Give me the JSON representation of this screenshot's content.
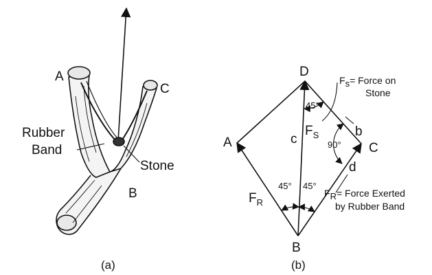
{
  "figure_a": {
    "caption": "(a)",
    "points": {
      "A": "A",
      "B": "B",
      "C": "C"
    },
    "rubber_band_label": [
      "Rubber",
      "Band"
    ],
    "stone_label": "Stone"
  },
  "figure_b": {
    "caption": "(b)",
    "vertices": {
      "A": "A",
      "B": "B",
      "C": "C",
      "D": "D"
    },
    "segments": {
      "b": "b",
      "c": "c",
      "d": "d"
    },
    "fs_symbol": "F",
    "fs_subscript": "S",
    "fr_symbol": "F",
    "fr_subscript": "R",
    "fs_note": {
      "symbol": "F",
      "subscript": "s",
      "line1": "= Force on",
      "line2": "Stone"
    },
    "fr_note": {
      "symbol": "F",
      "subscript": "R",
      "line1": "= Force Exerted",
      "line2": "by Rubber Band"
    },
    "angles": {
      "top": "45°",
      "right": "90°",
      "bottom_left": "45°",
      "bottom_right": "45°"
    }
  }
}
